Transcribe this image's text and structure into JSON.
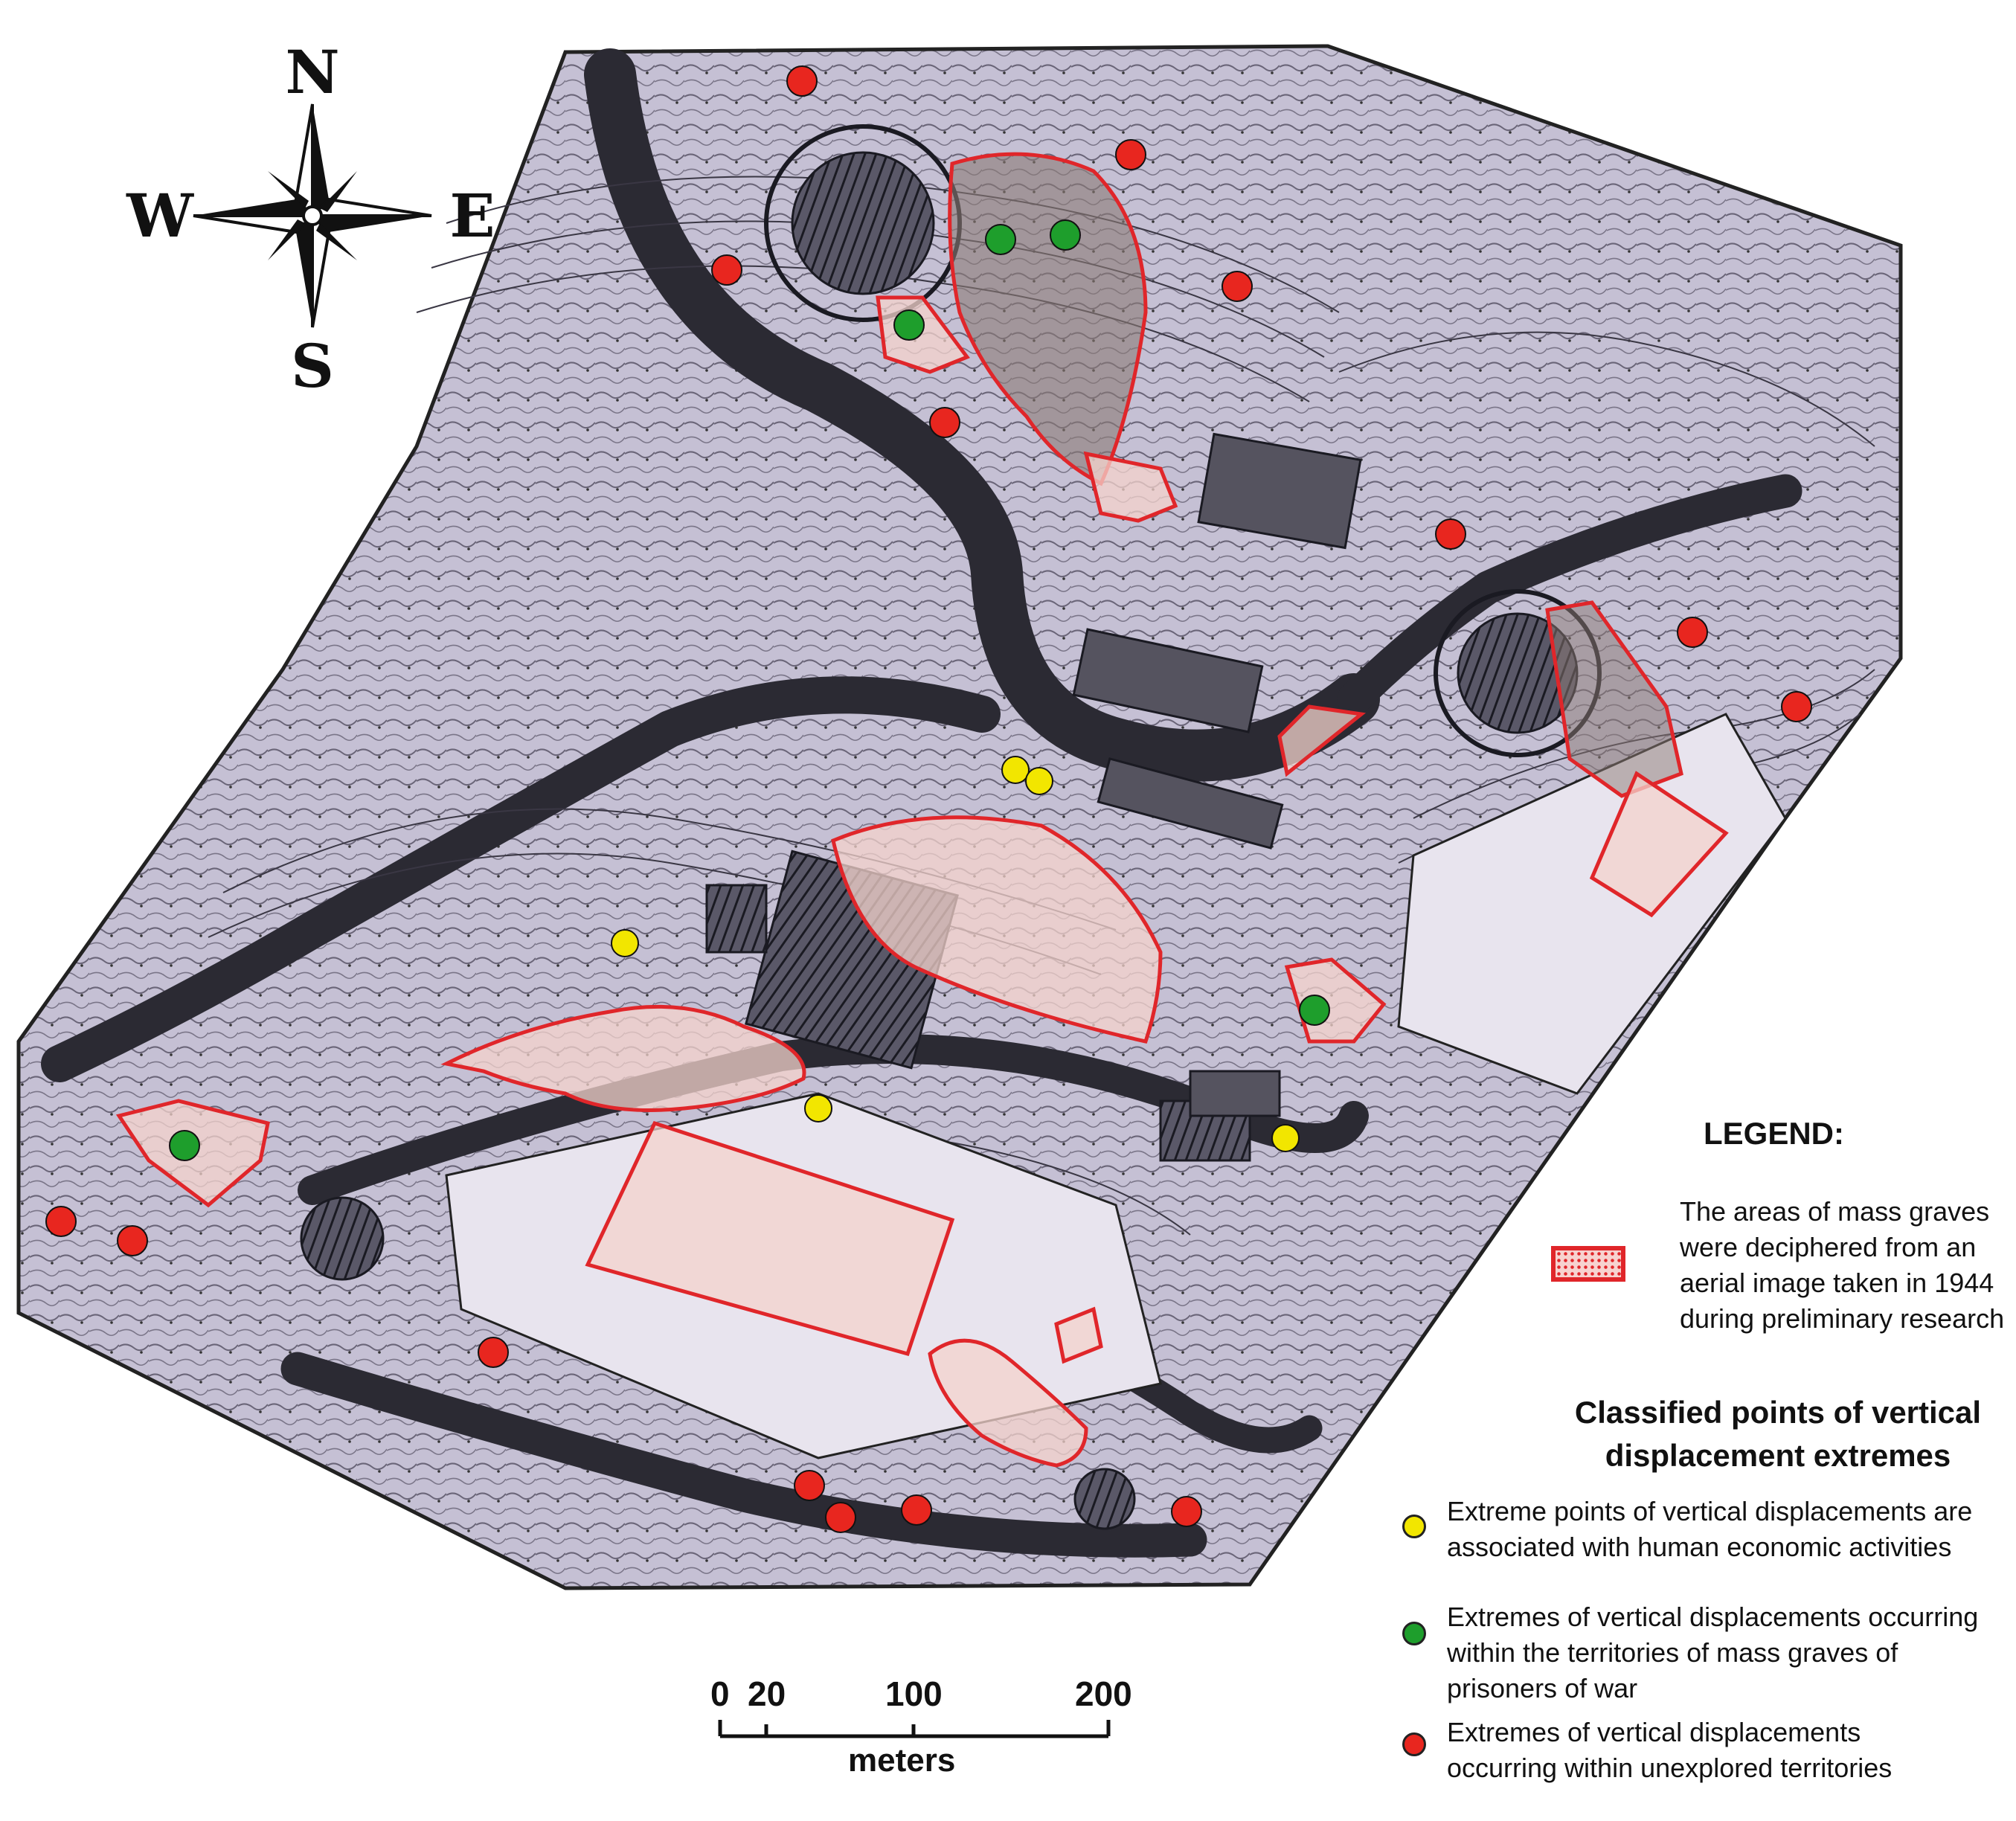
{
  "compass": {
    "north": "N",
    "south": "S",
    "east": "E",
    "west": "W"
  },
  "legend": {
    "title": "LEGEND:",
    "mass_graves_text": "The areas of mass graves were deciphered from an aerial image taken in 1944 during preliminary research",
    "classified_title": "Classified points of vertical displacement extremes",
    "items": [
      {
        "color": "#f2e600",
        "text": "Extreme points of vertical displacements are associated with human economic activities"
      },
      {
        "color": "#1e9e2c",
        "text": "Extremes of vertical displacements occurring within the territories of mass graves of prisoners of war"
      },
      {
        "color": "#e8261f",
        "text": "Extremes of vertical displacements occurring within unexplored territories"
      }
    ]
  },
  "scale_bar": {
    "ticks": [
      "0",
      "20",
      "100",
      "200"
    ],
    "unit": "meters"
  },
  "colors": {
    "map_base": "#c5c0d4",
    "mass_grave_outline": "#e0262a",
    "mass_grave_fill": "#f4d3cc",
    "yellow_point": "#f2e600",
    "green_point": "#1e9e2c",
    "red_point": "#e8261f"
  }
}
